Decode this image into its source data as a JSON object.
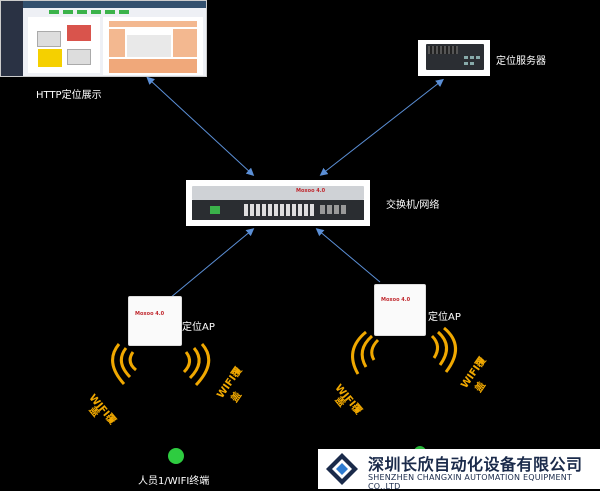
{
  "nodes": {
    "http_display": "HTTP定位展示",
    "server": "定位服务器",
    "switch": "交换机/网络",
    "ap_left": "定位AP",
    "ap_right": "定位AP",
    "terminal": "人员1/WIFI终端"
  },
  "wifi": {
    "coverage_a": "WIFI覆",
    "coverage_b": "盖"
  },
  "devices": {
    "switch_brand": "Moxoo 4.0",
    "ap_brand_left": "Moxoo 4.0",
    "ap_brand_right": "Moxoo 4.0"
  },
  "company": {
    "name_cn": "深圳长欣自动化设备有限公司",
    "name_en": "SHENZHEN CHANGXIN AUTOMATION EQUIPMENT CO.,LTD"
  },
  "colors": {
    "background": "#000000",
    "arrow": "#5b8fd6",
    "wifi": "#f0a800",
    "terminal_dot": "#2ecc40",
    "brand_red": "#c0272d"
  }
}
